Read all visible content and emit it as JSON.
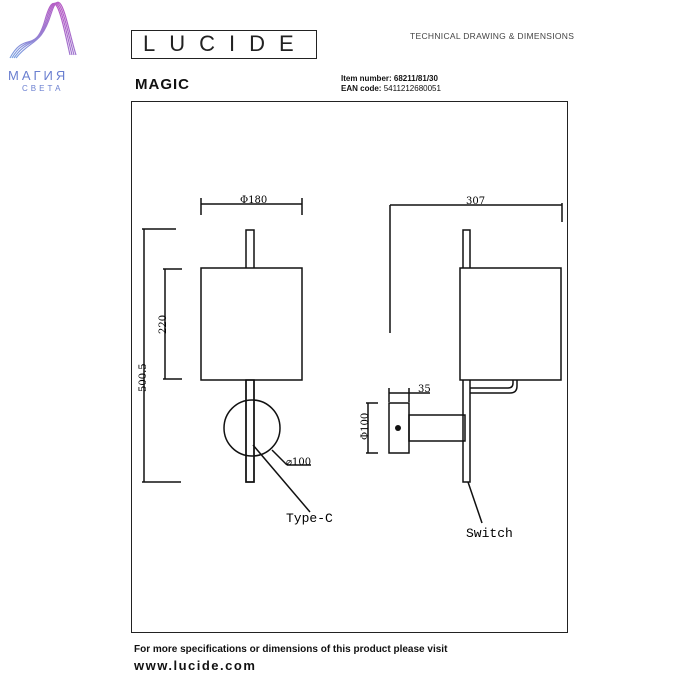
{
  "header": {
    "brand_logo": "LUCIDE",
    "doc_type": "TECHNICAL DRAWING & DIMENSIONS",
    "product_name": "MAGIC",
    "item_label": "Item number:",
    "item_number": "68211/81/30",
    "ean_label": "EAN code:",
    "ean_code": "5411212680051",
    "dealer_logo_line1": "МАГИЯ",
    "dealer_logo_line2": "СВЕТА"
  },
  "drawing": {
    "dim_diameter_shade": "Φ180",
    "dim_height_total": "500.5",
    "dim_height_shade": "220",
    "dim_diameter_base": "⌀100",
    "label_type_c": "Type-C",
    "dim_depth": "307",
    "dim_base_depth": "35",
    "dim_base_diameter": "Φ100",
    "label_switch": "Switch"
  },
  "footer": {
    "note": "For more specifications or dimensions of this product please visit",
    "url": "www.lucide.com"
  }
}
